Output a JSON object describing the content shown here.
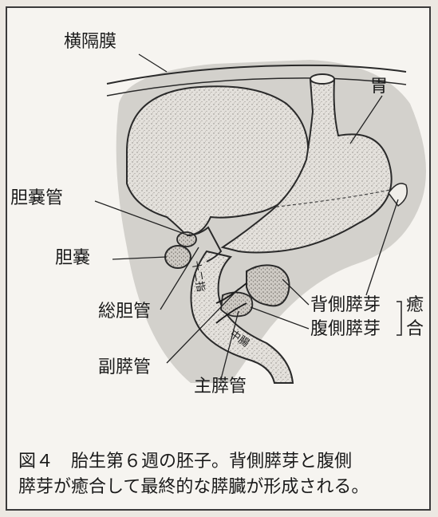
{
  "labels": {
    "diaphragm": "横隔膜",
    "stomach": "胃",
    "cystic_duct": "胆嚢管",
    "gallbladder": "胆嚢",
    "common_bile_duct": "総胆管",
    "accessory_pancreatic_duct": "副膵管",
    "main_pancreatic_duct": "主膵管",
    "dorsal_pancreatic_bud": "背側膵芽",
    "ventral_pancreatic_bud": "腹側膵芽",
    "fusion_1": "癒",
    "fusion_2": "合",
    "duodenum_upper": "十二指",
    "duodenum_lower": "中腸"
  },
  "caption": {
    "line1": "図４　胎生第６週の胚子。背側膵芽と腹側",
    "line2": "膵芽が癒合して最終的な膵臓が形成される。"
  }
}
